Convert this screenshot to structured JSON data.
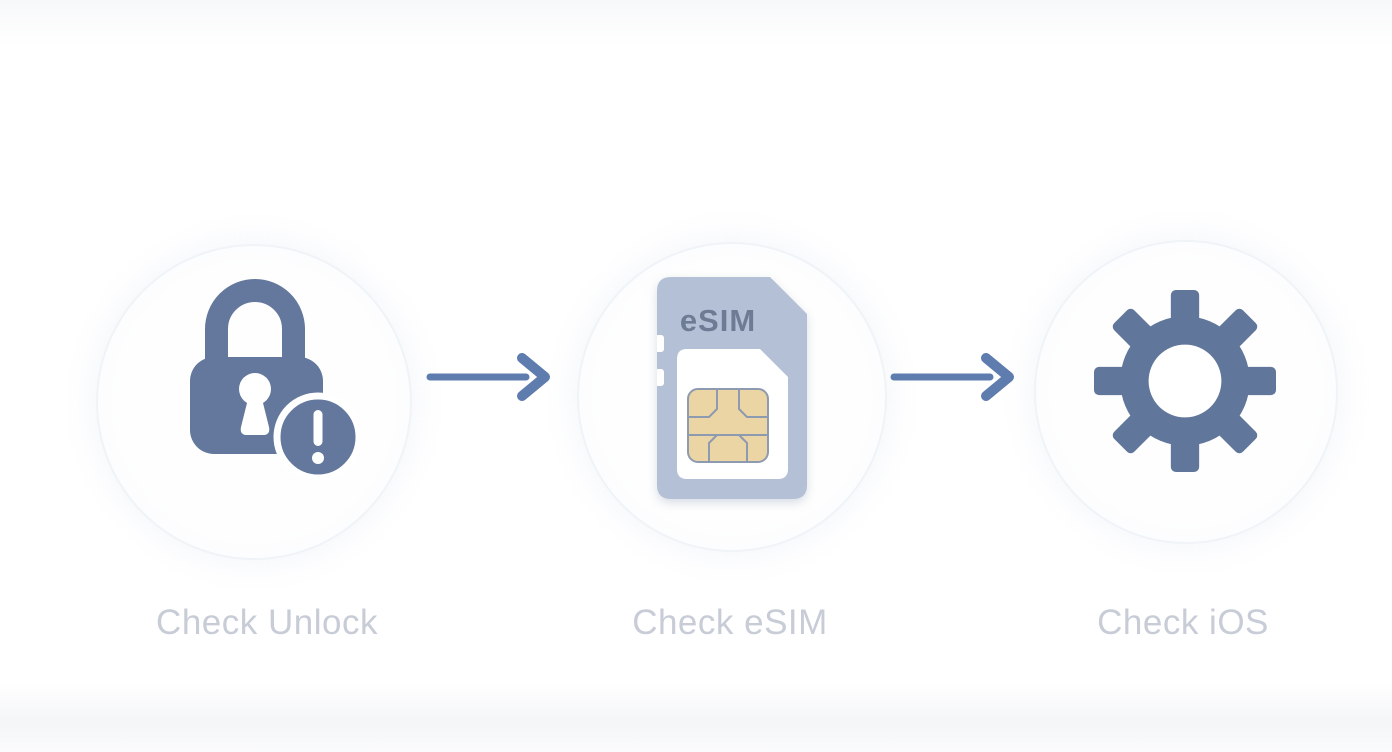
{
  "diagram": {
    "steps": [
      {
        "id": "check-unlock",
        "label": "Check Unlock",
        "icon": "lock-alert-icon"
      },
      {
        "id": "check-esim",
        "label": "Check eSIM",
        "icon": "sim-card-icon",
        "card_text": "eSIM"
      },
      {
        "id": "check-ios",
        "label": "Check iOS",
        "icon": "gear-icon"
      }
    ],
    "connectors": [
      {
        "icon": "arrow-right-icon",
        "direction": "right"
      },
      {
        "icon": "arrow-right-icon",
        "direction": "right"
      }
    ],
    "colors": {
      "icon_slate_blue": "#63789c",
      "arrow_blue": "#5e7cae",
      "sim_card_body": "#b4c0d5",
      "sim_card_text": "#6d7b94",
      "sim_inner_card": "#ffffff",
      "sim_chip_gold": "#ecd5a5",
      "sim_chip_lines": "#8d9ab0",
      "step_label_gray": "#c7ccd7",
      "halo_ring": "#eef2f6",
      "background": "#ffffff"
    }
  }
}
